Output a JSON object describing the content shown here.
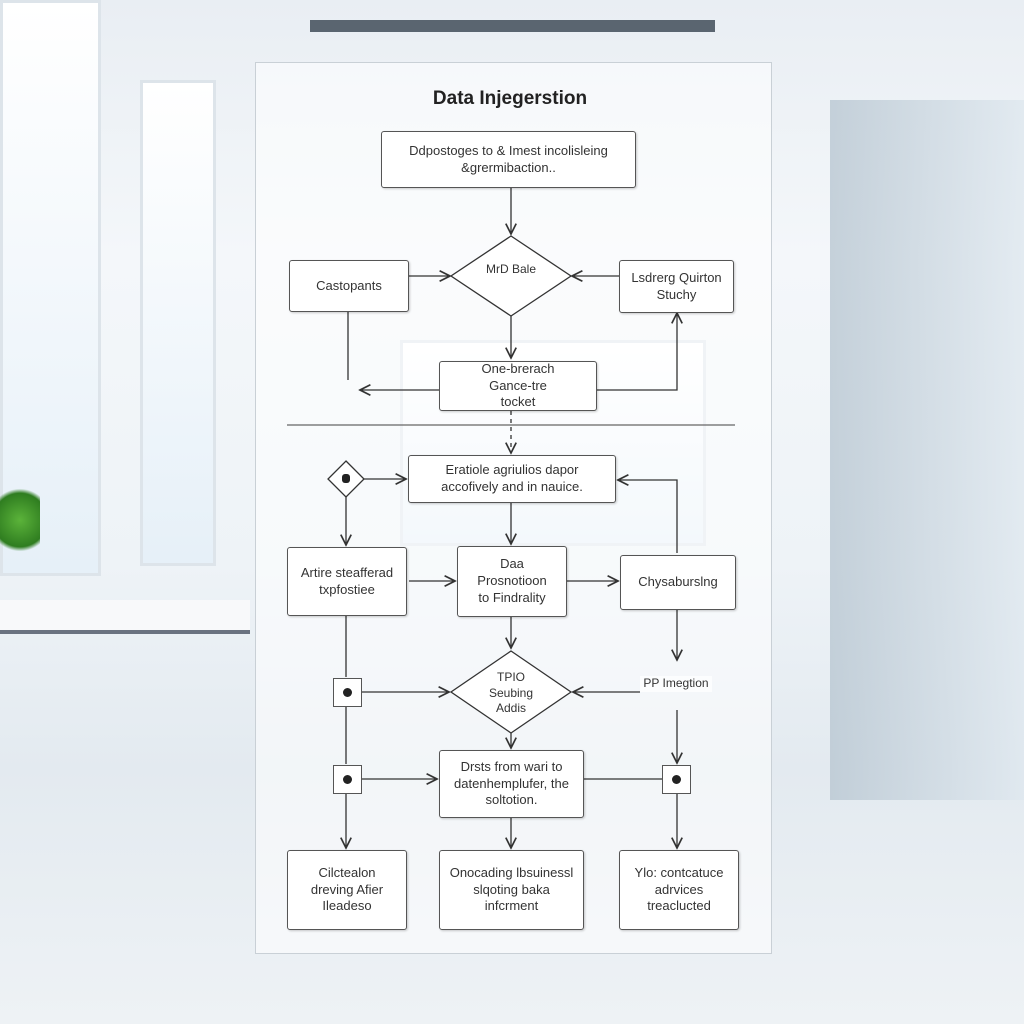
{
  "title": "Data Injegerstion",
  "nodes": {
    "top": "Ddpostoges to & Imest incolisleing &grermibaction..",
    "decision1": "MrD Bale",
    "left1": "Castopants",
    "right1": "Lsdrerg Quirton Stuchy",
    "branch": "One-brerach Gance-tre tocket",
    "eratile": "Eratiole agriulios dapor accofively and in nauice.",
    "artire": "Artire steafferad txpfostiee",
    "promotion": "Daa Prosnotioon to Findrality",
    "chysaburs": "Chysaburslng",
    "decision2": "TPIO Seubing Addis",
    "pp": "PP Imegtion",
    "drsts": "Drsts from wari to datenhemplufer, the soltotion.",
    "bottom_left": "Cilctealon dreving Afier Ileadeso",
    "bottom_mid": "Onocading lbsuinessl slqoting baka infcrment",
    "bottom_right": "Ylo: contcatuce adrvices treaclucted"
  }
}
